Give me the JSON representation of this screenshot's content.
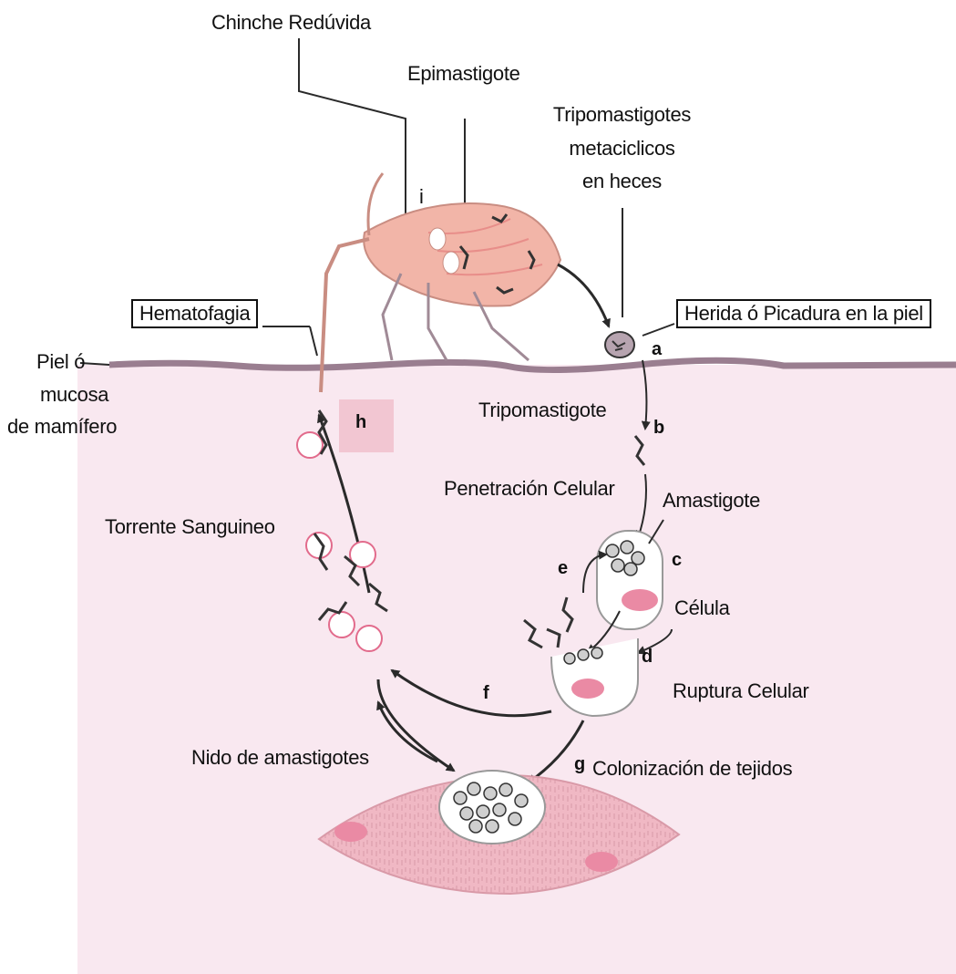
{
  "labels": {
    "chinche": "Chinche Redúvida",
    "epimastigote": "Epimastigote",
    "tripo_meta_1": "Tripomastigotes",
    "tripo_meta_2": "metaciclicos",
    "tripo_meta_3": "en heces",
    "i": "i",
    "hematofagia": "Hematofagia",
    "herida": "Herida ó Picadura en la piel",
    "piel_1": "Piel  ó",
    "piel_2": "mucosa",
    "piel_3": "de mamífero",
    "a": "a",
    "tripomastigote": "Tripomastigote",
    "b": "b",
    "h": "h",
    "penetracion": "Penetración Celular",
    "amastigote": "Amastigote",
    "torrente": "Torrente Sanguineo",
    "c": "c",
    "e": "e",
    "celula": "Célula",
    "d": "d",
    "ruptura": "Ruptura Celular",
    "f": "f",
    "nido": "Nido de amastigotes",
    "g": "g",
    "colonizacion": "Colonización de tejidos"
  },
  "colors": {
    "tissue_bg": "#f9e8f0",
    "skin": "#9a7e90",
    "bug": "#f2b5a8",
    "nucleus": "#ea8aa4",
    "muscle": "#f0b8c4",
    "line": "#2a2a2a"
  }
}
